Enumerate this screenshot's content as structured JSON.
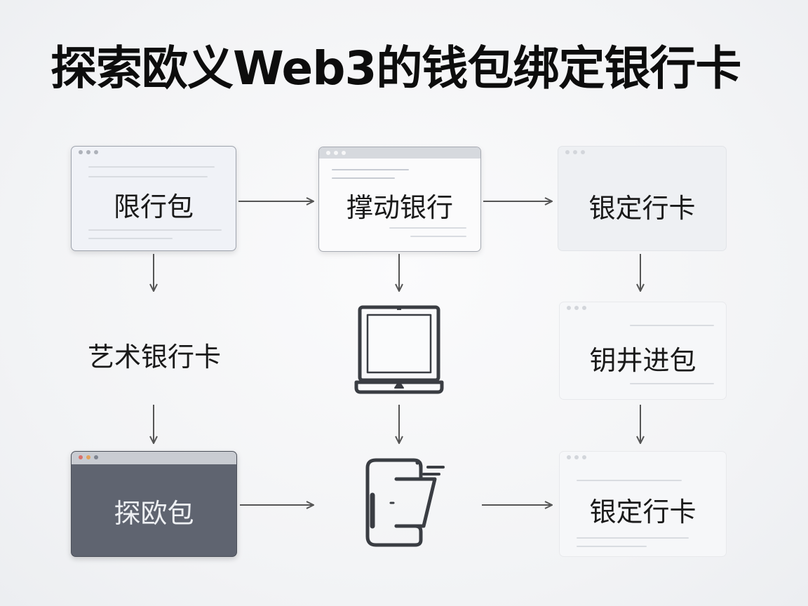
{
  "title": "探索欧义Web3的钱包绑定银行卡",
  "nodes": {
    "n1": "限行包",
    "n2": "撑动银行",
    "n3": "银定行卡",
    "n4": "艺术银行卡",
    "n5": "钥井进包",
    "n6": "探欧包",
    "n7": "银定行卡"
  },
  "icons": {
    "device": "laptop-icon",
    "phone": "phone-wallet-icon"
  },
  "colors": {
    "dark_box": "#5f6470",
    "arrow": "#555555",
    "text": "#1a1a1a"
  }
}
